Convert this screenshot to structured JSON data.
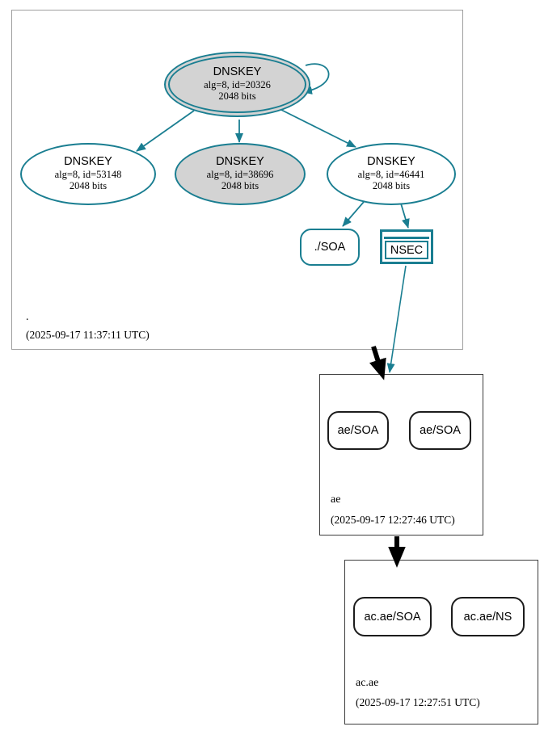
{
  "diagram_type": "dnssec-authentication-chain",
  "colors": {
    "secure_teal": "#1a7e91",
    "key_fill_gray": "#d3d3d3",
    "parent_zone_border": "#9e9e9e",
    "child_zone_border": "#3c3c3c",
    "delegation_black": "#000000"
  },
  "zones": {
    "root": {
      "name": ".",
      "timestamp": "(2025-09-17 11:37:11 UTC)"
    },
    "ae": {
      "name": "ae",
      "timestamp": "(2025-09-17 12:27:46 UTC)"
    },
    "acae": {
      "name": "ac.ae",
      "timestamp": "(2025-09-17 12:27:51 UTC)"
    }
  },
  "nodes": {
    "ksk": {
      "title": "DNSKEY",
      "alg": "alg=8, id=20326",
      "bits": "2048 bits"
    },
    "zsk_left": {
      "title": "DNSKEY",
      "alg": "alg=8, id=53148",
      "bits": "2048 bits"
    },
    "zsk_mid": {
      "title": "DNSKEY",
      "alg": "alg=8, id=38696",
      "bits": "2048 bits"
    },
    "zsk_right": {
      "title": "DNSKEY",
      "alg": "alg=8, id=46441",
      "bits": "2048 bits"
    },
    "root_soa": {
      "label": "./SOA"
    },
    "nsec": {
      "label": "NSEC"
    },
    "ae_soa_left": {
      "label": "ae/SOA"
    },
    "ae_soa_right": {
      "label": "ae/SOA"
    },
    "acae_soa": {
      "label": "ac.ae/SOA"
    },
    "acae_ns": {
      "label": "ac.ae/NS"
    }
  }
}
